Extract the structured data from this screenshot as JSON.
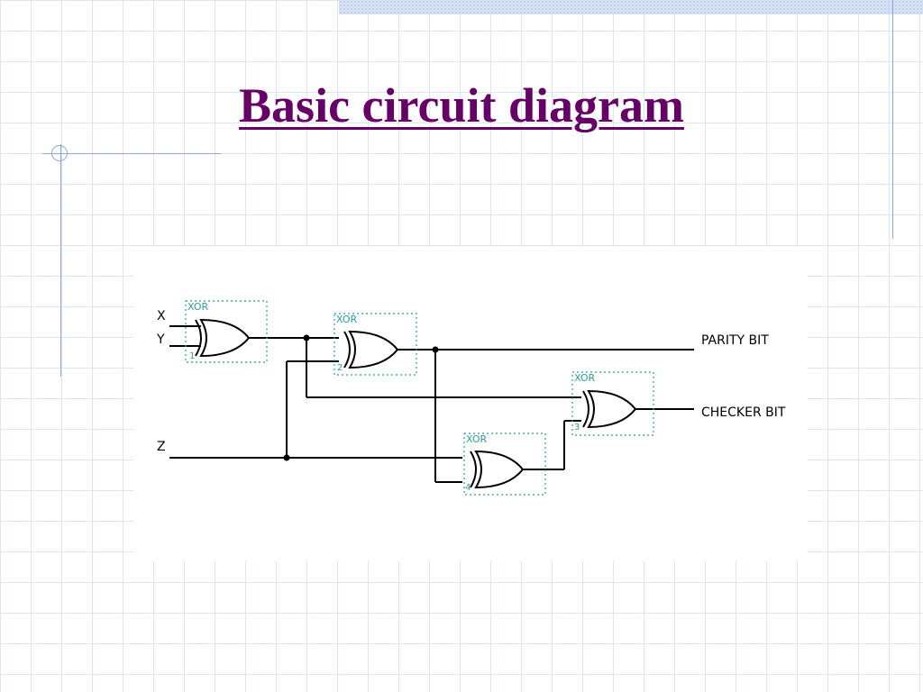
{
  "slide": {
    "title": "Basic circuit diagram"
  },
  "circuit": {
    "inputs": [
      "X",
      "Y",
      "Z"
    ],
    "outputs": [
      "PARITY BIT",
      "CHECKER BIT"
    ],
    "gates": [
      {
        "type": "XOR",
        "number": "1"
      },
      {
        "type": "XOR",
        "number": "2"
      },
      {
        "type": "XOR",
        "number": "3"
      },
      {
        "type": "XOR",
        "number": "4"
      }
    ]
  },
  "colors": {
    "title": "#660066",
    "grid": "#dde4f3",
    "gate_box": "#2a9d9a",
    "accent_line": "#8fa6d8"
  }
}
